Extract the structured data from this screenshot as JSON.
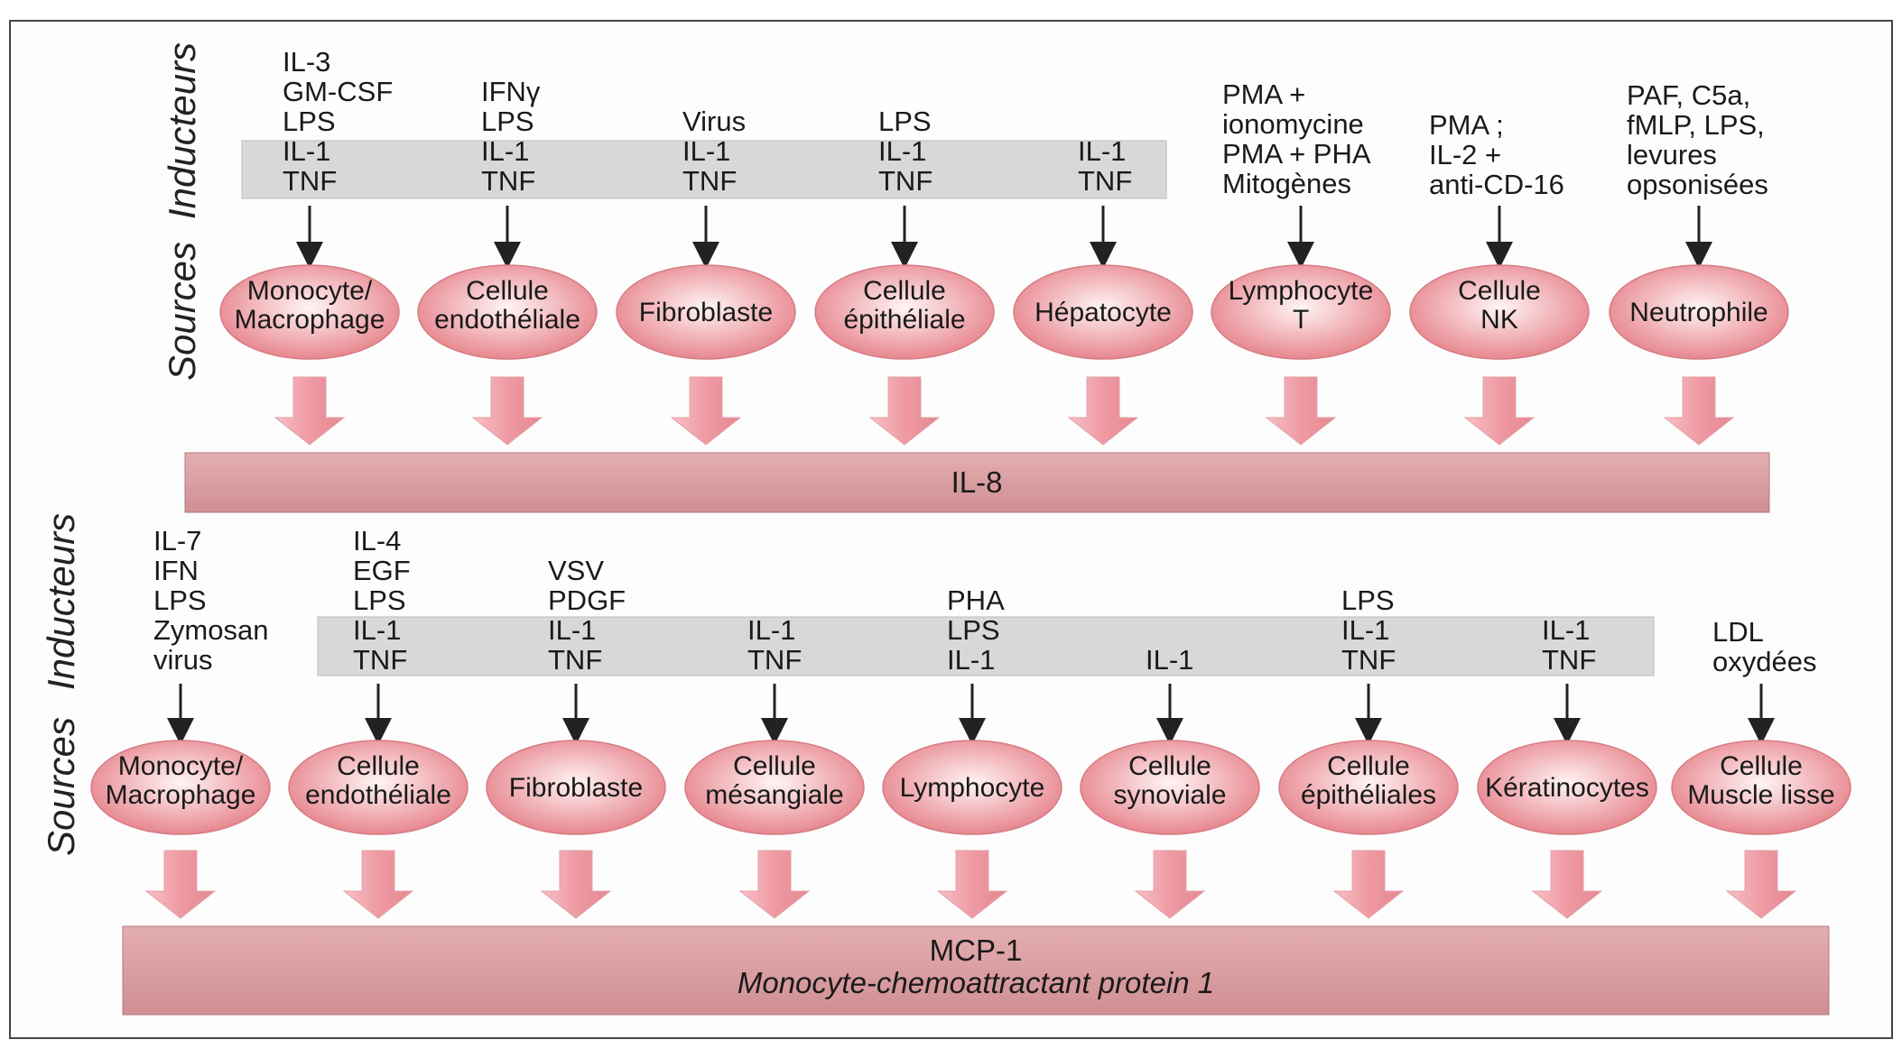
{
  "labels": {
    "inducteurs": "Inducteurs",
    "sources": "Sources"
  },
  "il8": {
    "band_label": "IL-8",
    "columns": [
      {
        "inducers_plain": [
          "IL-3",
          "GM-CSF",
          "LPS"
        ],
        "inducers_shaded": [
          "IL-1",
          "TNF"
        ],
        "cell": [
          "Monocyte/",
          "Macrophage"
        ]
      },
      {
        "inducers_plain": [
          "IFNγ",
          "LPS"
        ],
        "inducers_shaded": [
          "IL-1",
          "TNF"
        ],
        "cell": [
          "Cellule",
          "endothéliale"
        ]
      },
      {
        "inducers_plain": [
          "Virus"
        ],
        "inducers_shaded": [
          "IL-1",
          "TNF"
        ],
        "cell": [
          "Fibroblaste"
        ]
      },
      {
        "inducers_plain": [
          "LPS"
        ],
        "inducers_shaded": [
          "IL-1",
          "TNF"
        ],
        "cell": [
          "Cellule",
          "épithéliale"
        ]
      },
      {
        "inducers_plain": [],
        "inducers_shaded": [
          "IL-1",
          "TNF"
        ],
        "cell": [
          "Hépatocyte"
        ]
      },
      {
        "inducers_plain": [
          "PMA +",
          "ionomycine",
          "PMA + PHA",
          "Mitogènes"
        ],
        "inducers_shaded": [],
        "cell": [
          "Lymphocyte",
          "T"
        ]
      },
      {
        "inducers_plain": [
          "PMA ;",
          "IL-2 +",
          "anti-CD-16"
        ],
        "inducers_shaded": [],
        "cell": [
          "Cellule",
          "NK"
        ]
      },
      {
        "inducers_plain": [
          "PAF, C5a,",
          "fMLP, LPS,",
          "levures",
          "opsonisées"
        ],
        "inducers_shaded": [],
        "cell": [
          "Neutrophile"
        ]
      }
    ]
  },
  "mcp1": {
    "band_label": "MCP-1",
    "band_sublabel": "Monocyte-chemoattractant protein 1",
    "columns": [
      {
        "inducers_plain": [
          "IL-7",
          "IFN",
          "LPS",
          "Zymosan",
          "virus"
        ],
        "inducers_shaded": [],
        "cell": [
          "Monocyte/",
          "Macrophage"
        ]
      },
      {
        "inducers_plain": [
          "IL-4",
          "EGF",
          "LPS"
        ],
        "inducers_shaded": [
          "IL-1",
          "TNF"
        ],
        "cell": [
          "Cellule",
          "endothéliale"
        ]
      },
      {
        "inducers_plain": [
          "VSV",
          "PDGF"
        ],
        "inducers_shaded": [
          "IL-1",
          "TNF"
        ],
        "cell": [
          "Fibroblaste"
        ]
      },
      {
        "inducers_plain": [],
        "inducers_shaded": [
          "IL-1",
          "TNF"
        ],
        "cell": [
          "Cellule",
          "mésangiale"
        ]
      },
      {
        "inducers_plain": [
          "PHA",
          "LPS"
        ],
        "inducers_shaded": [
          "IL-1"
        ],
        "cell": [
          "Lymphocyte"
        ]
      },
      {
        "inducers_plain": [],
        "inducers_shaded": [
          "IL-1"
        ],
        "cell": [
          "Cellule",
          "synoviale"
        ]
      },
      {
        "inducers_plain": [
          "LPS"
        ],
        "inducers_shaded": [
          "IL-1",
          "TNF"
        ],
        "cell": [
          "Cellule",
          "épithéliales"
        ]
      },
      {
        "inducers_plain": [],
        "inducers_shaded": [
          "IL-1",
          "TNF"
        ],
        "cell": [
          "Kératinocytes"
        ]
      },
      {
        "inducers_plain": [
          "LDL",
          "oxydées"
        ],
        "inducers_shaded": [],
        "cell": [
          "Cellule",
          "Muscle lisse"
        ]
      }
    ]
  },
  "colors": {
    "band_fill": "#d99a9e",
    "shade_fill": "#d8d8d8",
    "arrow_fill": "#f2a3ab",
    "ellipse_center": "#fff4f4",
    "ellipse_edge": "#e57d86"
  }
}
